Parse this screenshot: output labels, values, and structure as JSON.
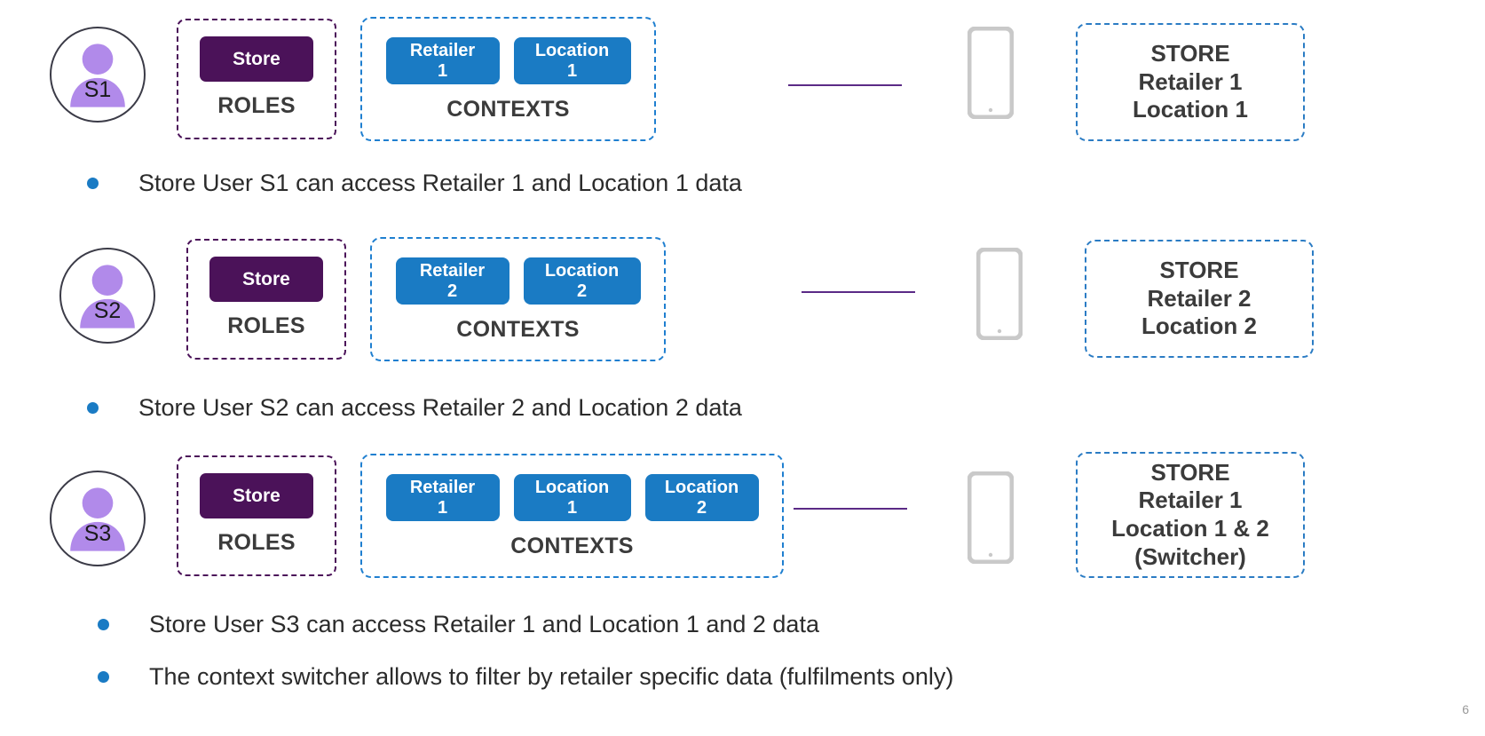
{
  "slide": {
    "page_number": "6",
    "accent_colors": {
      "role_purple": "#4b1259",
      "context_blue": "#1a7bc4",
      "avatar_purple": "#b18aea",
      "connector_purple": "#5b2a86",
      "tablet_grey": "#c9c9c9",
      "text_dark": "#3b3b3b"
    }
  },
  "rows": [
    {
      "avatar_label": "S1",
      "avatar_icon": "user-icon",
      "roles": {
        "caption": "ROLES",
        "chips": [
          "Store"
        ]
      },
      "contexts": {
        "caption": "CONTEXTS",
        "chips": [
          {
            "line1": "Retailer",
            "line2": "1"
          },
          {
            "line1": "Location",
            "line2": "1"
          }
        ]
      },
      "device_icon": "tablet-icon",
      "result": {
        "lines": [
          "STORE",
          "Retailer 1",
          "Location 1"
        ]
      }
    },
    {
      "avatar_label": "S2",
      "avatar_icon": "user-icon",
      "roles": {
        "caption": "ROLES",
        "chips": [
          "Store"
        ]
      },
      "contexts": {
        "caption": "CONTEXTS",
        "chips": [
          {
            "line1": "Retailer",
            "line2": "2"
          },
          {
            "line1": "Location",
            "line2": "2"
          }
        ]
      },
      "device_icon": "tablet-icon",
      "result": {
        "lines": [
          "STORE",
          "Retailer 2",
          "Location 2"
        ]
      }
    },
    {
      "avatar_label": "S3",
      "avatar_icon": "user-icon",
      "roles": {
        "caption": "ROLES",
        "chips": [
          "Store"
        ]
      },
      "contexts": {
        "caption": "CONTEXTS",
        "chips": [
          {
            "line1": "Retailer",
            "line2": "1"
          },
          {
            "line1": "Location",
            "line2": "1"
          },
          {
            "line1": "Location",
            "line2": "2"
          }
        ]
      },
      "device_icon": "tablet-icon",
      "result": {
        "lines": [
          "STORE",
          "Retailer 1",
          "Location 1 & 2",
          "(Switcher)"
        ]
      }
    }
  ],
  "bullets": [
    {
      "text": "Store User S1 can access Retailer 1 and Location 1 data"
    },
    {
      "text": "Store User S2 can access Retailer 2 and Location 2 data"
    },
    {
      "text": "Store User S3 can access Retailer 1 and Location 1 and 2 data"
    },
    {
      "text": "The context switcher allows to filter by retailer specific data (fulfilments only)"
    }
  ]
}
